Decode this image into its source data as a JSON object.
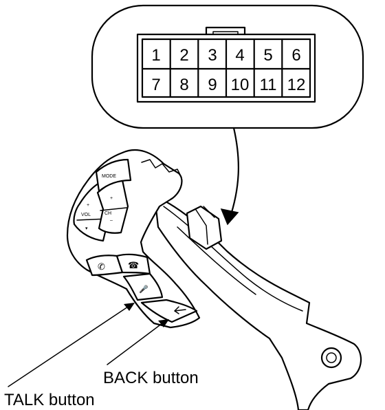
{
  "connector": {
    "pins_row1": [
      "1",
      "2",
      "3",
      "4",
      "5",
      "6"
    ],
    "pins_row2": [
      "7",
      "8",
      "9",
      "10",
      "11",
      "12"
    ]
  },
  "switch": {
    "vol_label": "VOL",
    "ch_label": "CH",
    "mode_label": "MODE"
  },
  "callouts": {
    "back": "BACK button",
    "talk": "TALK button"
  }
}
